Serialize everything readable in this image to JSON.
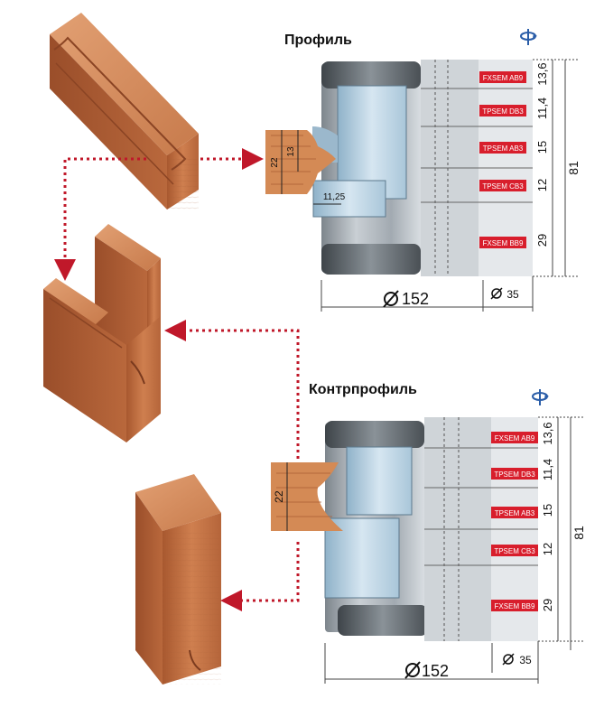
{
  "titles": {
    "profile": "Профиль",
    "counter": "Контрпрофиль"
  },
  "cutters": [
    {
      "id": "profile",
      "labels": [
        "FXSEM AB9",
        "TPSEM DB3",
        "TPSEM AB3",
        "TPSEM CB3",
        "FXSEM BB9"
      ],
      "thicknesses": [
        "13,6",
        "11,4",
        "15",
        "12",
        "29"
      ],
      "total": "81",
      "diameter": "152",
      "bore": "35",
      "workpiece_height": "22",
      "profile_depth": "13",
      "profile_width": "11,25"
    },
    {
      "id": "counter",
      "labels": [
        "FXSEM AB9",
        "TPSEM DB3",
        "TPSEM AB3",
        "TPSEM CB3",
        "FXSEM BB9"
      ],
      "thicknesses": [
        "13,6",
        "11,4",
        "15",
        "12",
        "29"
      ],
      "total": "81",
      "diameter": "152",
      "bore": "35",
      "workpiece_height": "22"
    }
  ],
  "colors": {
    "arrow": "#c0182a",
    "label_bg": "#d81e2c",
    "wood": "#c57447",
    "steel": "#9aa3ab",
    "tooth": "#b8d0e0"
  },
  "icons": {
    "rotation": "rotation-arrow-icon"
  }
}
